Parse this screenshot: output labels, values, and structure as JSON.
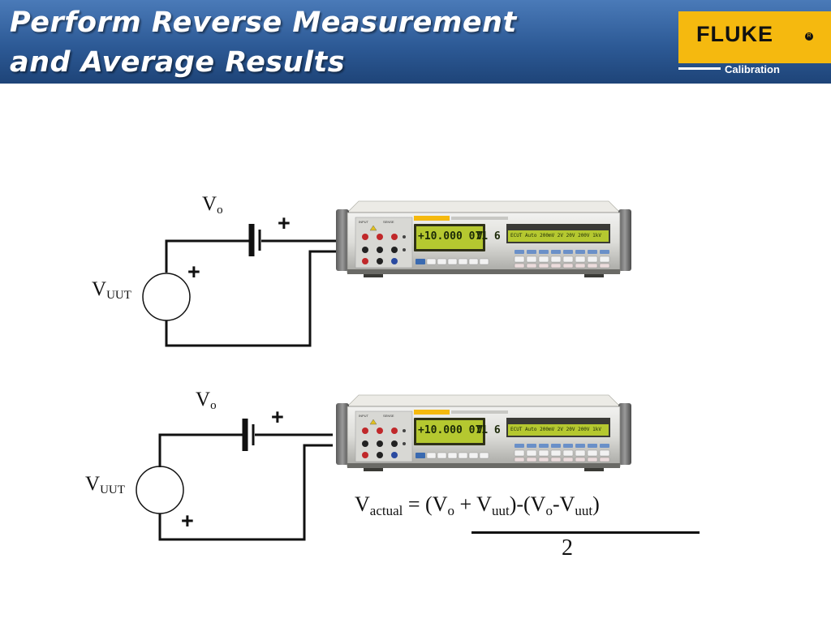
{
  "header": {
    "title_line1": "Perform Reverse Measurement",
    "title_line2": "and Average Results"
  },
  "logo": {
    "brand": "FLUKE",
    "sub": "Calibration"
  },
  "colors": {
    "header_top": "#4a7ab8",
    "header_bottom": "#1e4478",
    "logo_bg": "#f5b90f",
    "lcd": "#b5c830"
  },
  "circuits": [
    {
      "vo": "V",
      "vo_sub": "o",
      "vuut": "V",
      "vuut_sub": "UUT",
      "battery_plus": "+",
      "source_plus": "+",
      "meter": {
        "reading": "+10.000 071 6",
        "unit": "V",
        "status": "ECUT  Auto      200mV  2V  20V  200V 1kV"
      }
    },
    {
      "vo": "V",
      "vo_sub": "o",
      "vuut": "V",
      "vuut_sub": "UUT",
      "battery_plus": "+",
      "source_plus": "+",
      "meter": {
        "reading": "+10.000 071 6",
        "unit": "V",
        "status": "ECUT  Auto      200mV  2V  20V  200V 1kV"
      }
    }
  ],
  "formula": {
    "lhs": "V",
    "lhs_sub": "actual",
    "eq": " = (V",
    "s1": "o",
    "t1": " + V",
    "s2": "uut",
    "t2": ")-(V",
    "s3": "o",
    "t3": "-V",
    "s4": "uut",
    "t4": ")",
    "denominator": "2"
  }
}
